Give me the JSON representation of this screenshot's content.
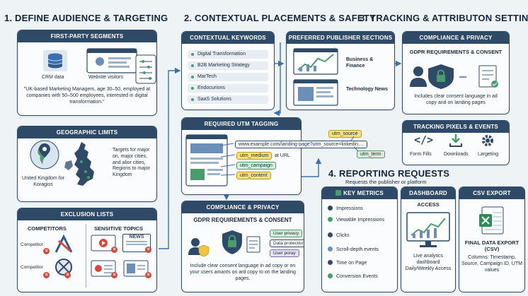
{
  "sections": {
    "s1": "1. DEFINE AUDIENCE & TARGETING",
    "s2": "2. CONTEXTUAL PLACEMENTS & SAFETY",
    "s3": "3. TRACKING & ATTRIBUTON SETTINGS",
    "s4": "4. REPORTING REQUESTS",
    "s4_sub": "Requests the publisher or platform"
  },
  "first_party": {
    "header": "FIRST-PARTY SEGMENTS",
    "crm": "CRM data",
    "visitors": "Website visitors",
    "description": "\"UK-based Marketing Managers, age 30–50, employed at companies with 50–500 employees, interested in digital transformation.\""
  },
  "geo": {
    "header": "GEOGRAPHIC LIMITS",
    "map_label": "United Kingdom for Koragios",
    "targets": "Targets for major on, major cities, and alior cities, Regions to major Kingdom"
  },
  "exclusion": {
    "header": "EXCLUSION LISTS",
    "competitors": "COMPETITORS",
    "sensitive": "SENSITIVE TOPICS",
    "comp1": "Competitor",
    "comp2": "Competitor",
    "news": "NEWS"
  },
  "contextual": {
    "header": "CONTEXTUAL KEYWORDS",
    "keywords": [
      "Digital Transformation",
      "B2B Marketing Strategy",
      "MarTech",
      "Endocurions",
      "SaaS Solutions"
    ]
  },
  "publisher": {
    "header": "PREFERRED PUBLISHER SECTIONS",
    "s1": "Business & Finance",
    "s2": "Technology News"
  },
  "utm": {
    "header": "REQUIRED UTM TAGGING",
    "url": "www.example.com/landing-page?utm_source=linkedin....",
    "source": "utm_source",
    "medium": "utm_medium",
    "medium_suffix": "at URL",
    "campaign": "utm_campaign",
    "content": "utm_content",
    "term": "utm_term"
  },
  "compliance_top": {
    "header": "COMPLIANCE & PRIVACY",
    "title": "GDPR REQUIREMENTS & CONSENT",
    "desc": "Includes clear consent language in ad copy and on landing pages"
  },
  "compliance_mid": {
    "header": "COMPLIANCE & PRIVACY",
    "title": "GDPR REQUIREMENTS & CONSENT",
    "tag1": "User privacy",
    "tag2": "Data protection",
    "tag3": "User poray",
    "desc": "Include clear consent language in ad copy or on your users amants on ard copy to on the landing pages."
  },
  "pixels": {
    "header": "TRACKING PIXELS & EVENTS",
    "e1": "Form Fills",
    "e2": "Downloads",
    "e3": "Largeting"
  },
  "key_metrics": {
    "header": "KEY METRICS",
    "items": [
      "Impressions",
      "Viewable Impressions",
      "Clicks",
      "Scroll-depth events",
      "Time on Page",
      "Conversion Events"
    ]
  },
  "dashboard": {
    "header": "DASHBOARD",
    "access": "ACCESS",
    "desc": "Live analytics dashboard Daily/Weekly Access"
  },
  "csv": {
    "header": "CSV EXPORT",
    "title": "FINAL DATA EXPORT (CSV)",
    "desc": "Columns: Timestamp, Source, Campaign ID, UTM values"
  },
  "colors": {
    "navy": "#2f4a66",
    "green": "#4a9c6d",
    "red": "#d7483c",
    "yellow": "#f6e27a",
    "arrow": "#3a6fb0"
  }
}
